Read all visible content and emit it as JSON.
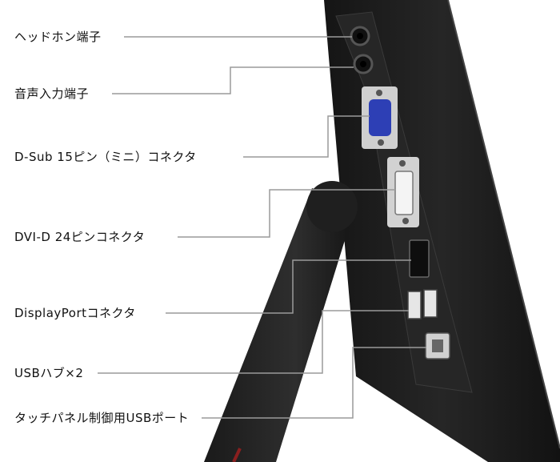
{
  "labels": [
    "ヘッドホン端子",
    "音声入力端子",
    "D-Sub 15ピン（ミニ）コネクタ",
    "DVI-D 24ピンコネクタ",
    "DisplayPortコネクタ",
    "USBハブ×2",
    "タッチパネル制御用USBポート"
  ],
  "colors": {
    "body": "#1d1d1d",
    "panel": "#2b2b2b",
    "vga": "#2d3fb5",
    "leader": "#9a9a9a",
    "text": "#111111"
  }
}
